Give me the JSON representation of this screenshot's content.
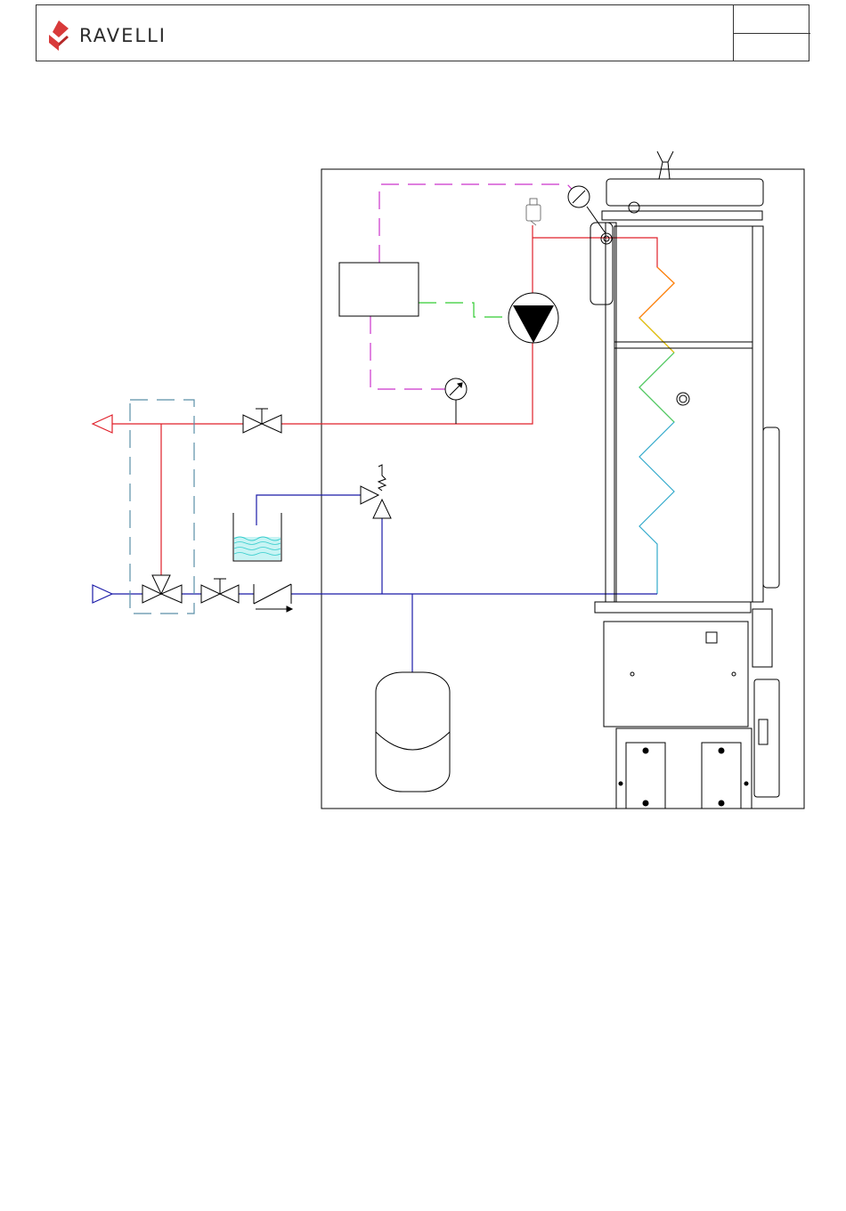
{
  "header": {
    "brand": "RAVELLI",
    "brand_color": "#d83a3a",
    "logo_icon": "ravelli-logo-icon",
    "ref_top": "",
    "ref_bottom": ""
  },
  "diagram": {
    "colors": {
      "hot_line": "#e0202a",
      "cold_line": "#1a1aa8",
      "signal_purple": "#cc33cc",
      "signal_green": "#33cc33",
      "mixing_dashed": "#5a8fa8",
      "tank_water": "#33cccc",
      "outline": "#000000"
    },
    "components": [
      "control-unit",
      "circulation-pump",
      "air-vent",
      "thermometer",
      "gate-valve",
      "three-way-mixing-valve",
      "check-valve",
      "safety-valve",
      "drain-tank",
      "expansion-vessel",
      "boiler-body",
      "heat-exchanger-coil"
    ]
  }
}
